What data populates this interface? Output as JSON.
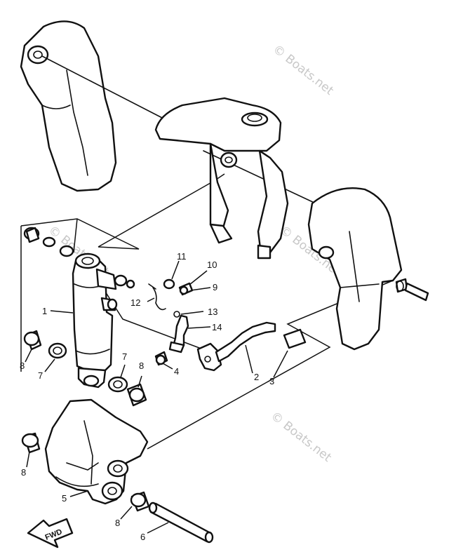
{
  "watermark": {
    "text": "© Boats.net"
  },
  "diagram": {
    "direction_label": "FWD",
    "callouts": {
      "c1": "1",
      "c2": "2",
      "c3": "3",
      "c4": "4",
      "c5": "5",
      "c6": "6",
      "c7a": "7",
      "c7b": "7",
      "c8a": "8",
      "c8b": "8",
      "c8c": "8",
      "c8d": "8",
      "c9": "9",
      "c10": "10",
      "c11": "11",
      "c12": "12",
      "c13": "13",
      "c14": "14"
    }
  }
}
